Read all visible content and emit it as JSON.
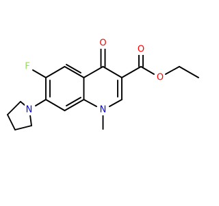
{
  "colors": {
    "bond": "#000000",
    "oxygen": "#ff0000",
    "nitrogen": "#0000ff",
    "fluorine": "#90e050"
  },
  "atoms": {
    "ketone_oxygen": {
      "symbol": "O"
    },
    "ester_carbonyl_oxygen": {
      "symbol": "O"
    },
    "ester_ether_oxygen": {
      "symbol": "O"
    },
    "fluorine": {
      "symbol": "F"
    },
    "ring_nitrogen": {
      "symbol": "N"
    },
    "pyrrolidine_nitrogen": {
      "symbol": "N"
    }
  }
}
